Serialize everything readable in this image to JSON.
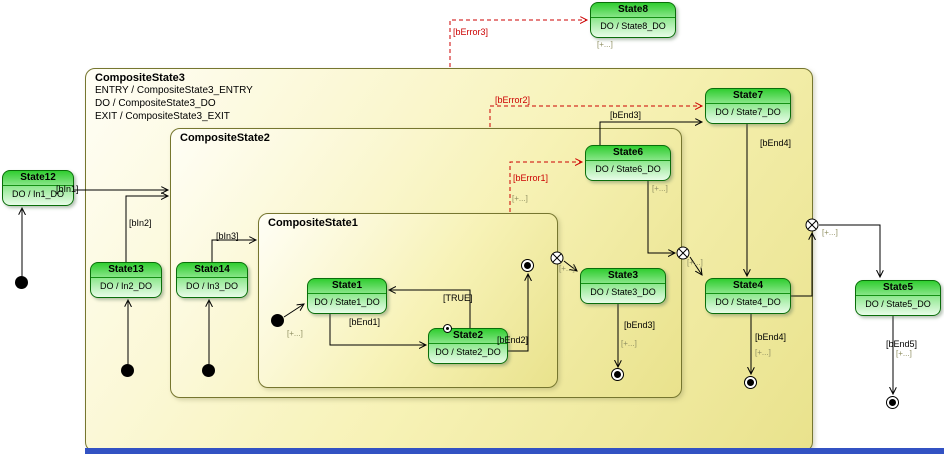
{
  "diagram": {
    "composites": {
      "cs3": {
        "title": "CompositeState3",
        "lines": [
          "ENTRY / CompositeState3_ENTRY",
          "DO / CompositeState3_DO",
          "EXIT / CompositeState3_EXIT"
        ]
      },
      "cs2": {
        "title": "CompositeState2"
      },
      "cs1": {
        "title": "CompositeState1"
      }
    },
    "states": {
      "state12": {
        "title": "State12",
        "action": "DO / In1_DO"
      },
      "state13": {
        "title": "State13",
        "action": "DO / In2_DO"
      },
      "state14": {
        "title": "State14",
        "action": "DO / In3_DO"
      },
      "state1": {
        "title": "State1",
        "action": "DO / State1_DO"
      },
      "state2": {
        "title": "State2",
        "action": "DO / State2_DO"
      },
      "state3": {
        "title": "State3",
        "action": "DO / State3_DO"
      },
      "state4": {
        "title": "State4",
        "action": "DO / State4_DO"
      },
      "state5": {
        "title": "State5",
        "action": "DO / State5_DO"
      },
      "state6": {
        "title": "State6",
        "action": "DO / State6_DO"
      },
      "state7": {
        "title": "State7",
        "action": "DO / State7_DO"
      },
      "state8": {
        "title": "State8",
        "action": "DO / State8_DO"
      }
    },
    "guards": {
      "bIn1": "[bIn1]",
      "bIn2": "[bIn2]",
      "bIn3": "[bIn3]",
      "true_guard": "[TRUE]",
      "bEnd1": "[bEnd1]",
      "bEnd2": "[bEnd2]",
      "bEnd3": "[bEnd3]",
      "bEnd4": "[bEnd4]",
      "bEnd5": "[bEnd5]",
      "bError1": "[bError1]",
      "bError2": "[bError2]",
      "bError3": "[bError3]"
    },
    "collapsed_marker": "[+...]",
    "colors": {
      "state_fill_top": "#30cd30",
      "state_fill_bottom": "#e8fce8",
      "state_border": "#0a6e0a",
      "composite_fill_light": "#fffef6",
      "composite_fill_dark": "#e9e28c",
      "composite_border": "#76762f",
      "error_color": "#cc0000",
      "transition_color": "#000000",
      "bottom_bar": "#3252c3"
    }
  }
}
